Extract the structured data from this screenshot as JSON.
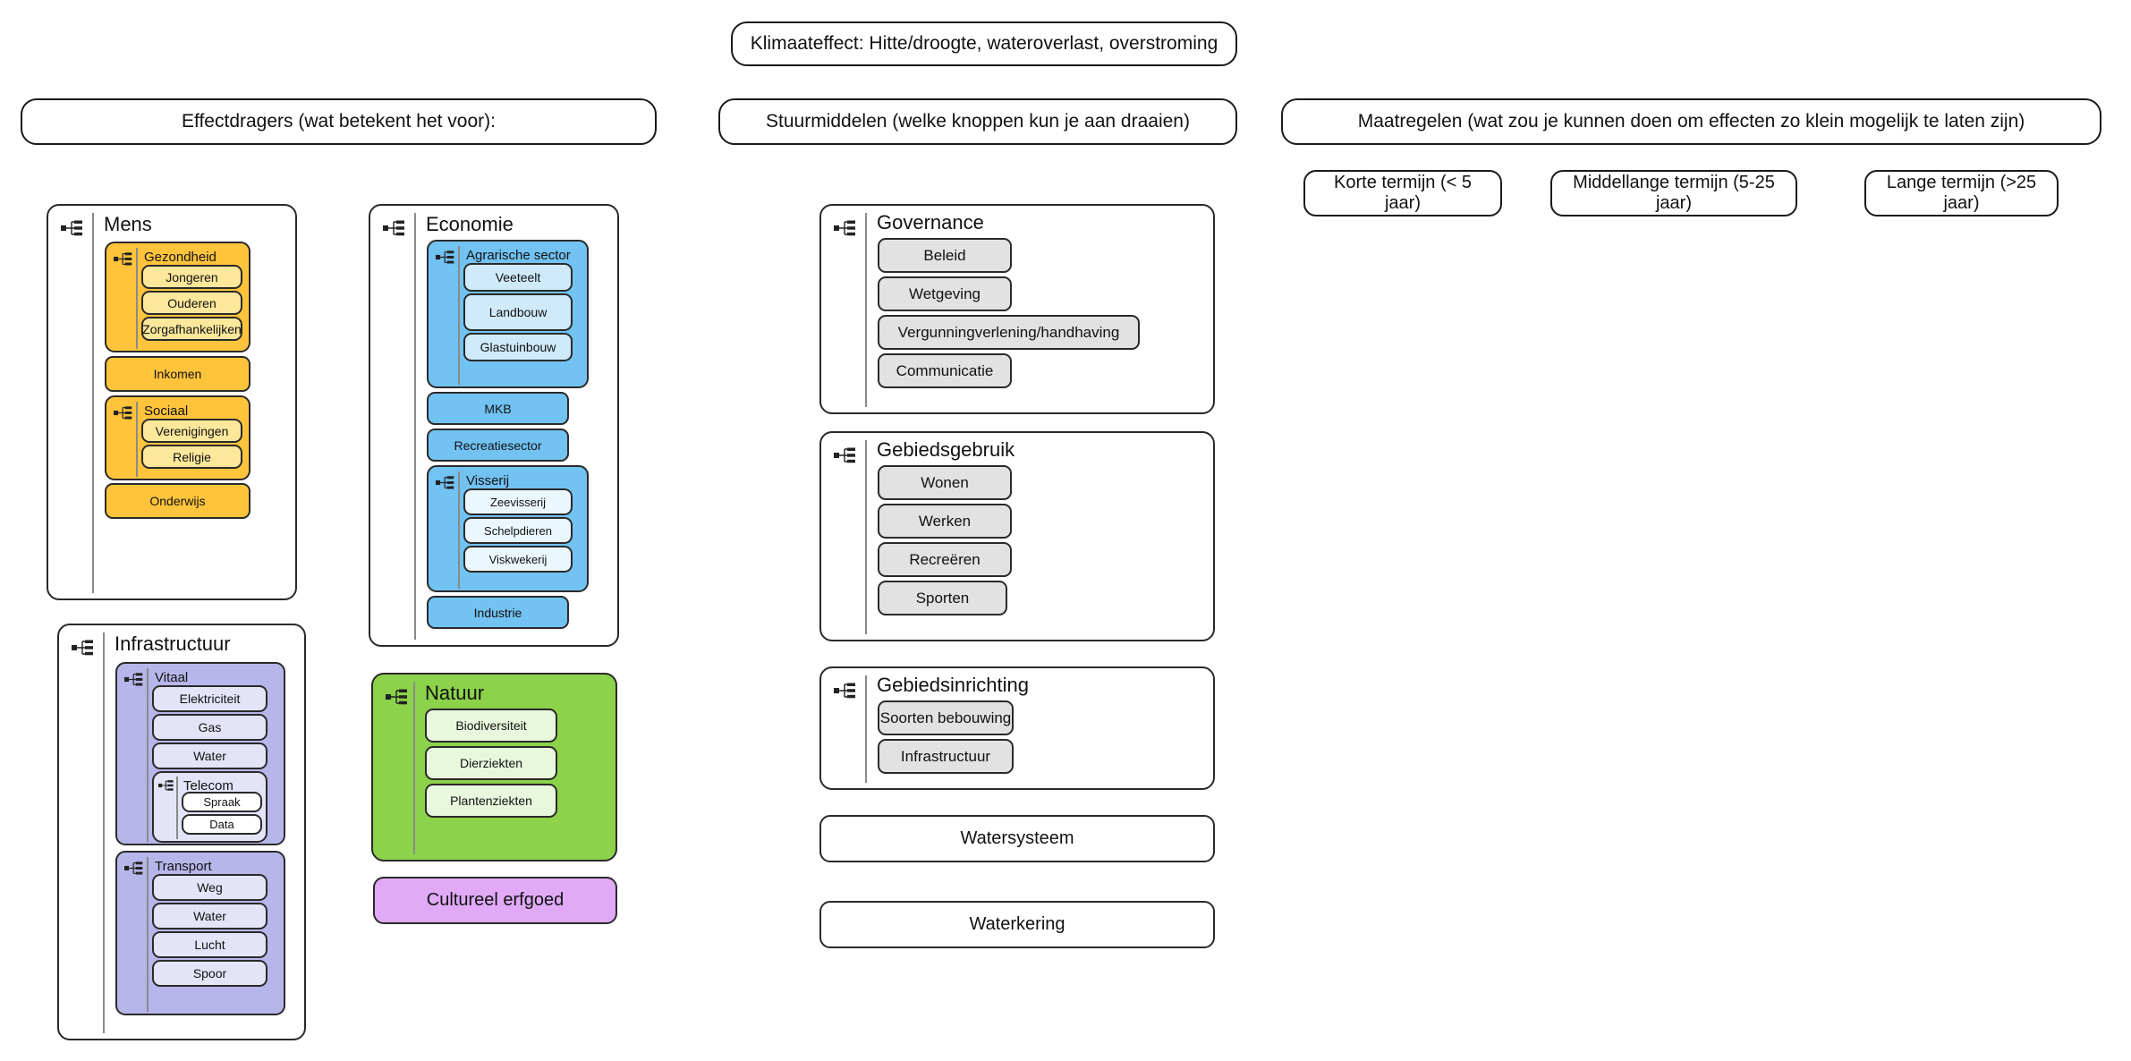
{
  "diagram": {
    "title_banner": "Klimaateffect: Hitte/droogte, wateroverlast, overstroming",
    "columns": [
      {
        "id": "effectdragers",
        "header": "Effectdragers (wat betekent het voor):"
      },
      {
        "id": "stuurmiddelen",
        "header": "Stuurmiddelen (welke knoppen kun je aan draaien)"
      },
      {
        "id": "maatregelen",
        "header": "Maatregelen (wat zou je kunnen doen om effecten zo klein mogelijk te laten zijn)"
      }
    ]
  },
  "effectdragers": {
    "mens": {
      "title": "Mens",
      "gezondheid": {
        "title": "Gezondheid",
        "items": [
          "Jongeren",
          "Ouderen",
          "Zorgafhankelijken"
        ]
      },
      "inkomen": "Inkomen",
      "sociaal": {
        "title": "Sociaal",
        "items": [
          "Verenigingen",
          "Religie"
        ]
      },
      "onderwijs": "Onderwijs"
    },
    "infrastructuur": {
      "title": "Infrastructuur",
      "vitaal": {
        "title": "Vitaal",
        "items": [
          "Elektriciteit",
          "Gas",
          "Water"
        ],
        "telecom": {
          "title": "Telecom",
          "items": [
            "Spraak",
            "Data"
          ]
        }
      },
      "transport": {
        "title": "Transport",
        "items": [
          "Weg",
          "Water",
          "Lucht",
          "Spoor"
        ]
      }
    },
    "economie": {
      "title": "Economie",
      "agrarische_sector": {
        "title": "Agrarische sector",
        "items": [
          "Veeteelt",
          "Landbouw",
          "Glastuinbouw"
        ]
      },
      "mkb": "MKB",
      "recreatiesector": "Recreatiesector",
      "visserij": {
        "title": "Visserij",
        "items": [
          "Zeevisserij",
          "Schelpdieren",
          "Viskwekerij"
        ]
      },
      "industrie": "Industrie"
    },
    "natuur": {
      "title": "Natuur",
      "items": [
        "Biodiversiteit",
        "Dierziekten",
        "Plantenziekten"
      ]
    },
    "cultureel_erfgoed": "Cultureel erfgoed"
  },
  "stuurmiddelen": {
    "governance": {
      "title": "Governance",
      "items": [
        "Beleid",
        "Wetgeving",
        "Vergunningverlening/handhaving",
        "Communicatie"
      ]
    },
    "gebiedsgebruik": {
      "title": "Gebiedsgebruik",
      "items": [
        "Wonen",
        "Werken",
        "Recreëren",
        "Sporten"
      ]
    },
    "gebiedsinrichting": {
      "title": "Gebiedsinrichting",
      "items": [
        "Soorten bebouwing",
        "Infrastructuur"
      ]
    },
    "watersysteem": "Watersysteem",
    "waterkering": "Waterkering"
  },
  "maatregelen": {
    "terms": [
      "Korte termijn (< 5 jaar)",
      "Middellange termijn (5-25 jaar)",
      "Lange termijn (>25 jaar)"
    ]
  },
  "icons": {
    "collapse": "collapse-tree-icon"
  },
  "colors": {
    "mens_group": "#FFC43C",
    "mens_leaf": "#FCE79B",
    "economie_group": "#72C2F2",
    "economie_leaf": "#CFEAFA",
    "infrastructuur_group": "#B7B6EA",
    "infrastructuur_leaf": "#E4E4F9",
    "natuur_group": "#8CD24A",
    "natuur_leaf": "#E9F7DC",
    "cultureel_erfgoed": "#E0AAF7",
    "stuurmiddel_leaf": "#E2E2E2",
    "outline": "#2A2A2A"
  }
}
